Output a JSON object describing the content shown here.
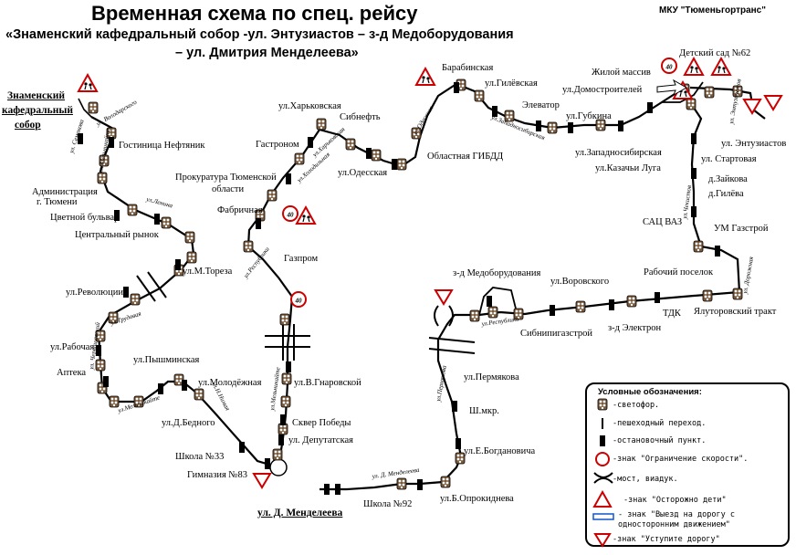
{
  "header": {
    "title": "Временная схема по спец. рейсу",
    "subtitle_line1": "«Знаменский кафедральный собор -ул. Энтузиастов – з-д Медоборудования",
    "subtitle_line2": "– ул. Дмитрия Менделеева»",
    "organization": "МКУ \"Тюменьгортранс\""
  },
  "endpoints": {
    "start": [
      "Знаменский",
      "кафедральный",
      "собор"
    ],
    "finish": "ул. Д. Менделеева"
  },
  "stops": {
    "neftyanik": "Гостиница Нефтяник",
    "admin1": "Администрация",
    "admin2": "г. Тюмени",
    "tsvetnoy": "Цветной бульвар",
    "rynok": "Центральный рынок",
    "toreza": "ул.М.Тореза",
    "revolyutsii": "ул.Революции",
    "rabochaya": "ул.Рабочая",
    "apteka": "Аптека",
    "pyshminskaya": "ул.Пышминская",
    "molodezhnaya": "ул.Молодёжная",
    "bednogo": "ул.Д.Бедного",
    "shkola33": "Школа №33",
    "gimnaziya83": "Гимназия №83",
    "kharkovskaya": "ул.Харьковская",
    "gastronom": "Гастроном",
    "prokuratura1": "Прокуратура Тюменской",
    "prokuratura2": "области",
    "fabrichnaya": "Фабричная",
    "gazprom": "Газпром",
    "gnarovskoy": "ул.В.Гнаровской",
    "skver": "Сквер Победы",
    "deputatskaya": "ул. Депутатская",
    "sibneft": "Сибнефть",
    "odesskaya": "ул.Одесская",
    "gibdd": "Областная ГИБДД",
    "barabinskaya": "Барабинская",
    "gilevskaya": "ул.Гилёвская",
    "elevator": "Элеватор",
    "domostroiteley": "ул.Домостроителей",
    "gubkina": "ул.Губкина",
    "zhiloy": "Жилой массив",
    "detsad": "Детский сад №62",
    "entuziastov": "ул. Энтузиастов",
    "zapadnosib": "ул.Западносибирская",
    "kazachi": "ул.Казачьи Луга",
    "startovaya": "ул. Стартовая",
    "zaykova": "д.Зайкова",
    "gileva": "д.Гилёва",
    "sats": "САЦ ВАЗ",
    "um": "УМ Газстрой",
    "medob": "з-д Медоборудования",
    "vorovskogo": "ул.Воровского",
    "rabpos": "Рабочий поселок",
    "tdk": "ТДК",
    "yalut": "Ялуторовский тракт",
    "sibnipi": "Сибнипигазстрой",
    "elektron": "з-д Электрон",
    "permyakova": "ул.Пермякова",
    "sh": "Ш.мкр.",
    "bogdanovicha": "ул.Е.Богдановича",
    "oprokidneva": "ул.Б.Опрокиднева",
    "shkola92": "Школа №92"
  },
  "streets": {
    "volodarskogo": "ул. Володарского",
    "semakova": "ул. Семакова",
    "mendeleeva_r": "ул. Мельникайте",
    "lenina": "ул.Ленина",
    "respubliki_tr": "ул.Трудовая",
    "chervishevsky": "ул. Червишевский",
    "mendeleeva_l": "ул.Мельникайте",
    "n_nnima": "ул.Н.Нимая",
    "kharkovskaya_s": "ул.Харьковская",
    "kholodilnaya": "ул.Холодильная",
    "respubliki": "ул.Республики",
    "melnikayte": "ул.Мельникайте",
    "odesskaya_s": "ул.Одесская",
    "permyakova_s": "ул.Пермякова",
    "respubliki2": "ул.Республики",
    "zapadnosib_s": "ул.Западносибирская",
    "chelyuskintsev": "ул.Чекистов",
    "mendeleeva_d": "ул. Д. Менделеева",
    "entuziastov_s": "ул. Энтузиастов",
    "dorozhnaya": "ул. Дорожная"
  },
  "signs": {
    "speed_limit": "40"
  },
  "legend": {
    "title": "Условные обозначения:",
    "items": [
      "-светофор.",
      "-пешеходный переход.",
      "-остановочный пункт.",
      "-знак \"Ограничение скорости\".",
      "-мост, виадук.",
      "-знак \"Осторожно дети\"",
      "- знак \"Выезд на дорогу с",
      "  односторонним движением\"",
      "-знак \"Уступите дорогу\""
    ]
  }
}
